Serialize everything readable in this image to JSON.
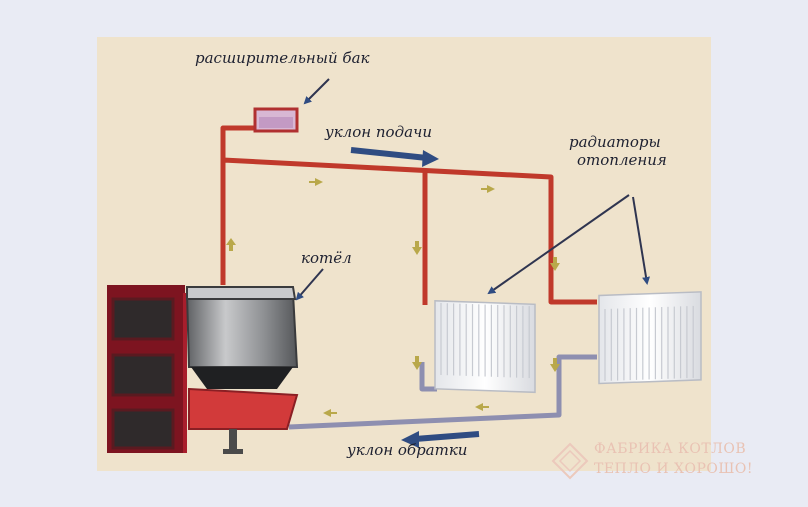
{
  "labels": {
    "expansion_tank": "расширительный бак",
    "supply_slope": "уклон подачи",
    "radiators_line1": "радиаторы",
    "radiators_line2": "отопления",
    "boiler": "котёл",
    "return_slope": "уклон обратки"
  },
  "watermark": {
    "line1": "ФАБРИКА КОТЛОВ",
    "line2": "ТЕПЛО И ХОРОШО!"
  },
  "colors": {
    "page_background": "#e9ebf4",
    "diagram_background": "#efe3cc",
    "supply_pipe": "#c0392b",
    "return_pipe": "#8e8fb0",
    "flow_arrow": "#b9a84a",
    "slope_arrow": "#2f4c82",
    "boiler_body": "#7d1420",
    "radiator": "#f3f4f6"
  }
}
